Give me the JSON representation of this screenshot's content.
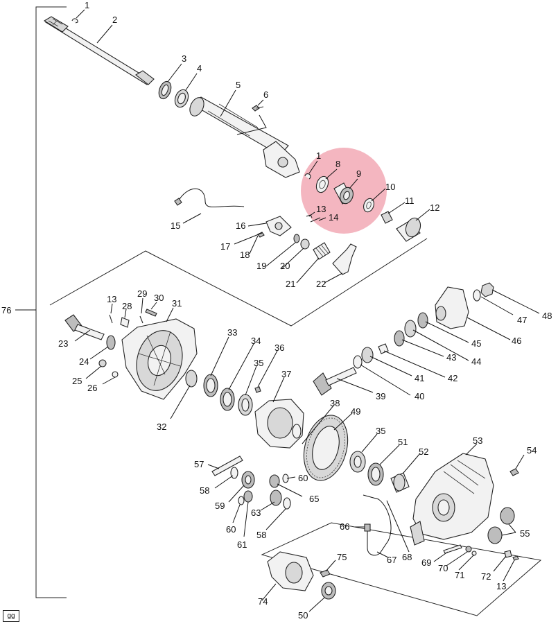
{
  "callouts": {
    "c1": "1",
    "c2": "2",
    "c3": "3",
    "c4": "4",
    "c5": "5",
    "c6": "6",
    "c1b": "1",
    "c8": "8",
    "c9": "9",
    "c10": "10",
    "c11": "11",
    "c12": "12",
    "c13": "13",
    "c14": "14",
    "c15": "15",
    "c16": "16",
    "c17": "17",
    "c18": "18",
    "c19": "19",
    "c20": "20",
    "c21": "21",
    "c22": "22",
    "c13b": "13",
    "c28": "28",
    "c29": "29",
    "c30": "30",
    "c31": "31",
    "c23": "23",
    "c24": "24",
    "c25": "25",
    "c26": "26",
    "c32": "32",
    "c33": "33",
    "c34": "34",
    "c35": "35",
    "c36": "36",
    "c37": "37",
    "c38": "38",
    "c49": "49",
    "c35b": "35",
    "c51": "51",
    "c52": "52",
    "c53": "53",
    "c54": "54",
    "c55": "55",
    "c39": "39",
    "c40": "40",
    "c41": "41",
    "c42": "42",
    "c43": "43",
    "c44": "44",
    "c45": "45",
    "c46": "46",
    "c47": "47",
    "c48": "48",
    "c57": "57",
    "c58": "58",
    "c59": "59",
    "c60": "60",
    "c61": "61",
    "c63": "63",
    "c65": "65",
    "c60b": "60",
    "c58b": "58",
    "c66": "66",
    "c67": "67",
    "c68": "68",
    "c69": "69",
    "c70": "70",
    "c71": "71",
    "c72": "72",
    "c13c": "13",
    "c75": "75",
    "c74": "74",
    "c50": "50",
    "c76": "76"
  },
  "id_box": "gg",
  "highlight_color": "#f2a9b5"
}
